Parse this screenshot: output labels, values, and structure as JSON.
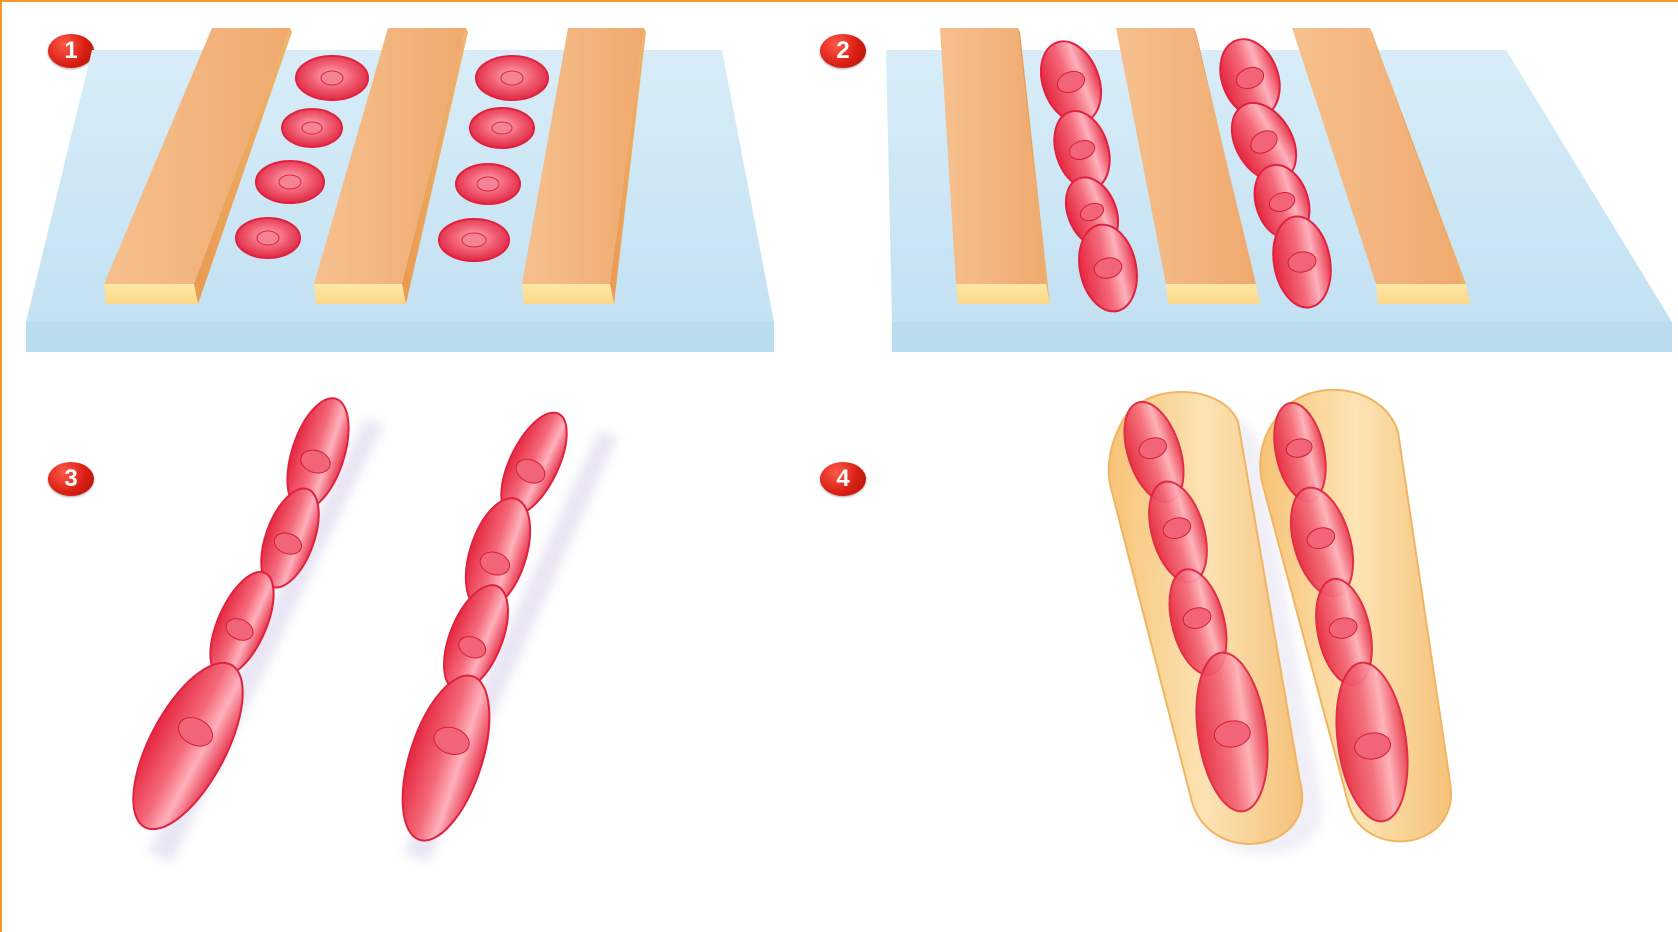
{
  "steps": [
    {
      "number": "1"
    },
    {
      "number": "2"
    },
    {
      "number": "3"
    },
    {
      "number": "4"
    }
  ],
  "colors": {
    "frame_border": "#f39a2b",
    "badge_red": "#d91f13",
    "substrate_blue": "#cfe8f5",
    "ridge_orange": "#f2b27a",
    "cell_red": "#e8344a",
    "sheath_yellow": "#f9cf8a"
  }
}
